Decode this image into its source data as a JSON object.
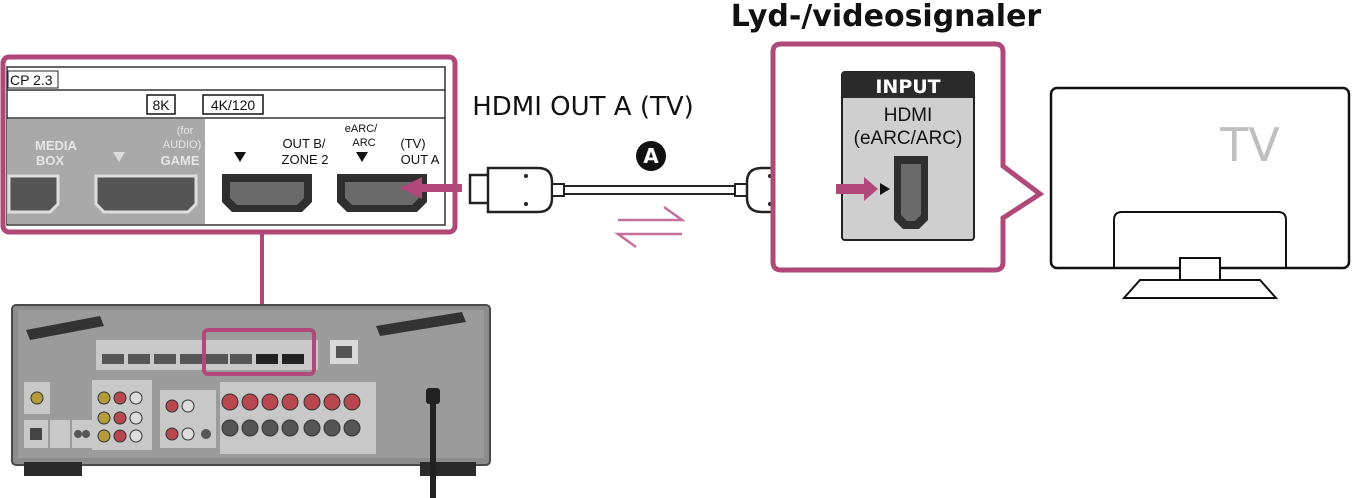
{
  "colors": {
    "accent": "#b0497a",
    "panel_gray": "#a9a9a9",
    "dark": "#2b2b2b",
    "red_jack": "#b8474f"
  },
  "title": "Lyd-/videosignaler",
  "cable_label": "HDMI OUT A (TV)",
  "callout_letter": "A",
  "receiver_panel": {
    "top_left_label": "CP 2.3",
    "badge_8k": "8K",
    "badge_4k120": "4K/120",
    "media_box_line1": "MEDIA",
    "media_box_line2": "BOX",
    "game_line1": "(for",
    "game_line2": "AUDIO)",
    "game_line3": "GAME",
    "out_b_line1": "OUT B/",
    "out_b_line2": "ZONE 2",
    "earc_line1": "eARC/",
    "earc_line2": "ARC",
    "tv_out_line1": "(TV)",
    "tv_out_line2": "OUT A"
  },
  "tv_panel": {
    "input_header": "INPUT",
    "hdmi_line1": "HDMI",
    "hdmi_line2": "(eARC/ARC)"
  },
  "tv_label": "TV",
  "icons": {
    "arrow_into_port": "arrow-right-icon",
    "bidirectional": "bidirectional-arrows-icon",
    "hdmi_port": "hdmi-port-icon"
  }
}
